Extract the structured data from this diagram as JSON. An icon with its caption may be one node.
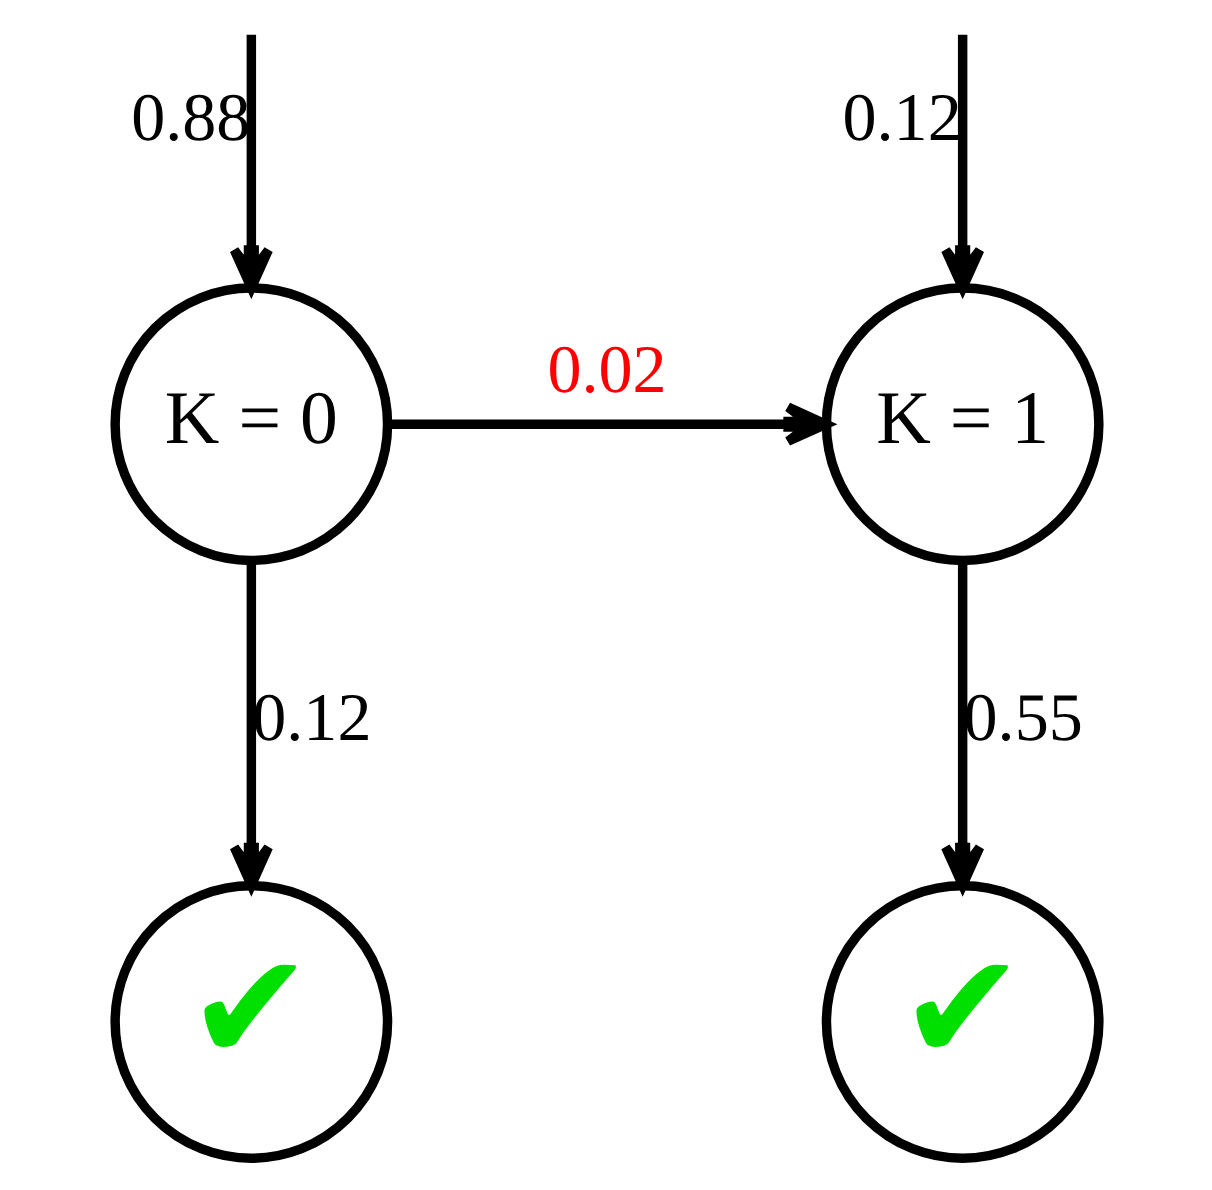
{
  "diagram": {
    "nodes": [
      {
        "text": [
          "K = 0"
        ]
      },
      {
        "text": [
          "K = 1"
        ]
      },
      {
        "text": [
          "✔"
        ]
      },
      {
        "text": [
          "✔"
        ]
      }
    ],
    "edges": [
      {
        "from": null,
        "to": 0,
        "arrow": "to",
        "label": "0.88"
      },
      {
        "from": null,
        "to": 1,
        "arrow": "to",
        "label": "0.12"
      },
      {
        "from": 0,
        "to": 1,
        "arrow": "to",
        "label": "0.02"
      },
      {
        "from": 0,
        "to": 2,
        "arrow": "to",
        "label": "0.12"
      },
      {
        "from": 1,
        "to": 3,
        "arrow": "to",
        "label": "0.55"
      }
    ]
  }
}
